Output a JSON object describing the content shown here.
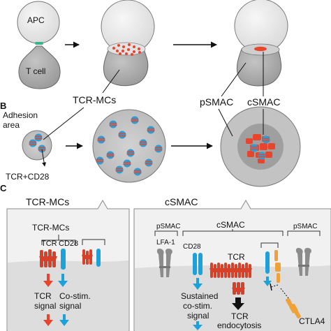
{
  "panel_labels": {
    "b": "B",
    "c": "C"
  },
  "row_a": {
    "apc": "APC",
    "t_cell": "T cell"
  },
  "row_b": {
    "adhesion_area_line1": "Adhesion",
    "adhesion_area_line2": "area",
    "tcr_mcs": "TCR-MCs",
    "psmac": "pSMAC",
    "csmac": "cSMAC",
    "tcr_cd28": "TCR+CD28"
  },
  "panel_c_left": {
    "title": "TCR-MCs",
    "sub_title": "TCR-MCs",
    "tcr": "TCR",
    "cd28": "CD28",
    "tcr_signal_line1": "TCR",
    "tcr_signal_line2": "signal",
    "costim_line1": "Co-stim.",
    "costim_line2": "signal"
  },
  "panel_c_right": {
    "title": "cSMAC",
    "psmac_left": "pSMAC",
    "csmac_bracket": "cSMAC",
    "psmac_right": "pSMAC",
    "lfa1": "LFA-1",
    "cd28": "CD28",
    "tcr": "TCR",
    "sustained_line1": "Sustained",
    "sustained_line2": "co-stim.",
    "sustained_line3": "signal",
    "endocytosis_line1": "TCR",
    "endocytosis_line2": "endocytosis",
    "ctla4": "CTLA4"
  },
  "colors": {
    "cell_gray": "#a9a9a9",
    "apc_light": "#ececec",
    "tcr_red": "#e8452c",
    "cd28_blue": "#1ea0d8",
    "signal_red": "#e8452c",
    "signal_blue": "#1ea0d8",
    "ctla4_orange": "#f0a23a",
    "lfa1_gray": "#8c8c8c"
  }
}
